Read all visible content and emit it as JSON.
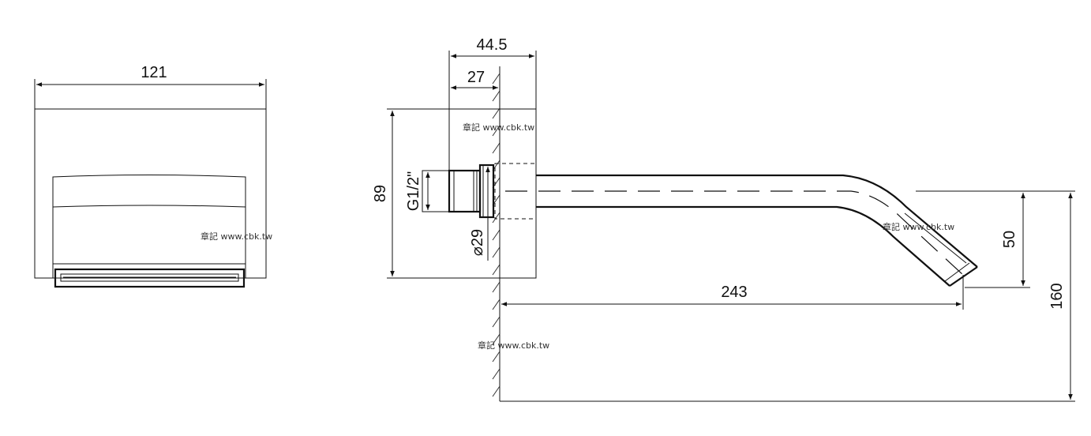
{
  "front_view": {
    "width_label": "121",
    "watermark": "章記 www.cbk.tw"
  },
  "side_view": {
    "top_overall_label": "44.5",
    "top_inner_label": "27",
    "height_label": "89",
    "thread_label": "G1/2\"",
    "diameter_label": "⌀29",
    "spout_length_label": "243",
    "drop_label": "50",
    "overall_height_label": "160",
    "watermark_top": "章記 www.cbk.tw",
    "watermark_spout": "章記 www.cbk.tw",
    "watermark_bottom": "章記 www.cbk.tw"
  }
}
